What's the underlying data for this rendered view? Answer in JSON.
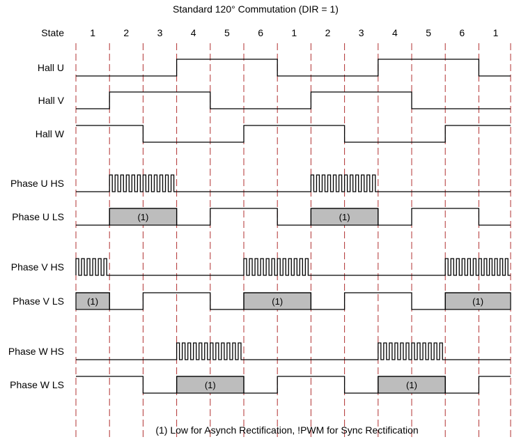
{
  "title": "Standard 120° Commutation (DIR = 1)",
  "state_label": "State",
  "states": [
    "1",
    "2",
    "3",
    "4",
    "5",
    "6",
    "1",
    "2",
    "3",
    "4",
    "5",
    "6",
    "1"
  ],
  "footnote": "(1) Low for Asynch Rectification, !PWM for Sync Rectification",
  "annotation_text": "(1)",
  "colors": {
    "line": "#000000",
    "guide": "#b03030",
    "shade": "#bdbdbd"
  },
  "signals": [
    {
      "name": "Hall U",
      "kind": "digital",
      "levels": [
        0,
        0,
        0,
        1,
        1,
        1,
        0,
        0,
        0,
        1,
        1,
        1,
        0
      ],
      "shaded_states": []
    },
    {
      "name": "Hall V",
      "kind": "digital",
      "levels": [
        0,
        1,
        1,
        1,
        0,
        0,
        0,
        1,
        1,
        1,
        0,
        0,
        0
      ],
      "shaded_states": []
    },
    {
      "name": "Hall W",
      "kind": "digital",
      "levels": [
        1,
        1,
        0,
        0,
        0,
        1,
        1,
        1,
        0,
        0,
        0,
        1,
        1
      ],
      "shaded_states": []
    },
    {
      "name": "Phase U HS",
      "kind": "pwm",
      "levels": [
        0,
        "pwm",
        "pwm",
        0,
        0,
        0,
        0,
        "pwm",
        "pwm",
        0,
        0,
        0,
        0
      ],
      "shaded_states": []
    },
    {
      "name": "Phase U LS",
      "kind": "digital",
      "levels": [
        0,
        "shaded",
        "shaded",
        0,
        1,
        1,
        0,
        "shaded",
        "shaded",
        0,
        1,
        1,
        0
      ],
      "shaded_states": [
        [
          1,
          3
        ],
        [
          7,
          9
        ]
      ]
    },
    {
      "name": "Phase V HS",
      "kind": "pwm",
      "levels": [
        "pwm",
        0,
        0,
        0,
        0,
        "pwm",
        "pwm",
        0,
        0,
        0,
        0,
        "pwm",
        "pwm"
      ],
      "shaded_states": []
    },
    {
      "name": "Phase V LS",
      "kind": "digital",
      "levels": [
        "shaded",
        0,
        1,
        1,
        0,
        "shaded",
        "shaded",
        0,
        1,
        1,
        0,
        "shaded",
        "shaded"
      ],
      "shaded_states": [
        [
          0,
          1
        ],
        [
          5,
          7
        ],
        [
          11,
          13
        ]
      ]
    },
    {
      "name": "Phase W HS",
      "kind": "pwm",
      "levels": [
        0,
        0,
        0,
        "pwm",
        "pwm",
        0,
        0,
        0,
        0,
        "pwm",
        "pwm",
        0,
        0
      ],
      "shaded_states": []
    },
    {
      "name": "Phase W LS",
      "kind": "digital",
      "levels": [
        1,
        1,
        0,
        "shaded",
        "shaded",
        0,
        1,
        1,
        0,
        "shaded",
        "shaded",
        0,
        1
      ],
      "shaded_states": [
        [
          3,
          5
        ],
        [
          9,
          11
        ]
      ]
    }
  ]
}
